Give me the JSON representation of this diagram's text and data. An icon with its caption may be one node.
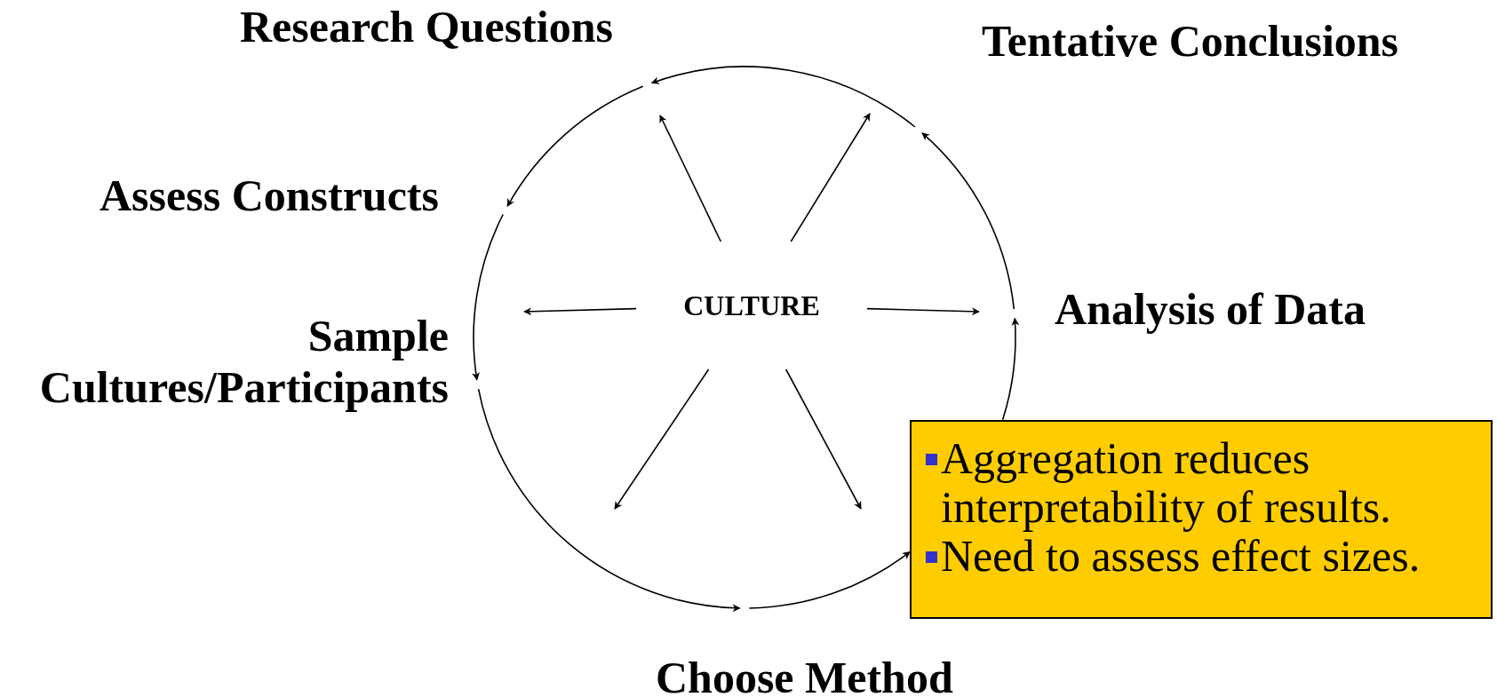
{
  "diagram": {
    "nodes": [
      {
        "text": [
          "Research Questions"
        ]
      },
      {
        "text": [
          "Tentative Conclusions"
        ]
      },
      {
        "text": [
          "Assess Constructs"
        ]
      },
      {
        "text": [
          "Sample Cultures/Participants"
        ]
      },
      {
        "text": [
          "CULTURE"
        ]
      },
      {
        "text": [
          "Analysis of Data"
        ]
      },
      {
        "text": [
          "Aggregation reduces interpretability of results.",
          "Need to assess effect sizes."
        ]
      },
      {
        "text": [
          "Choose Method"
        ]
      }
    ],
    "edges": [
      {
        "from": 0,
        "to": 2,
        "arrow": "to"
      },
      {
        "from": 2,
        "to": 3,
        "arrow": "to"
      },
      {
        "from": 3,
        "to": 7,
        "arrow": "to"
      },
      {
        "from": 7,
        "to": 6,
        "arrow": "to"
      },
      {
        "from": 6,
        "to": 5,
        "arrow": "to"
      },
      {
        "from": 5,
        "to": 1,
        "arrow": "to"
      },
      {
        "from": 1,
        "to": 0,
        "arrow": "to"
      },
      {
        "from": 4,
        "to": null,
        "arrow": "to"
      },
      {
        "from": 4,
        "to": null,
        "arrow": "to"
      },
      {
        "from": 4,
        "to": null,
        "arrow": "to"
      },
      {
        "from": 4,
        "to": null,
        "arrow": "to"
      },
      {
        "from": 4,
        "to": null,
        "arrow": "to"
      },
      {
        "from": 4,
        "to": null,
        "arrow": "to"
      }
    ]
  }
}
